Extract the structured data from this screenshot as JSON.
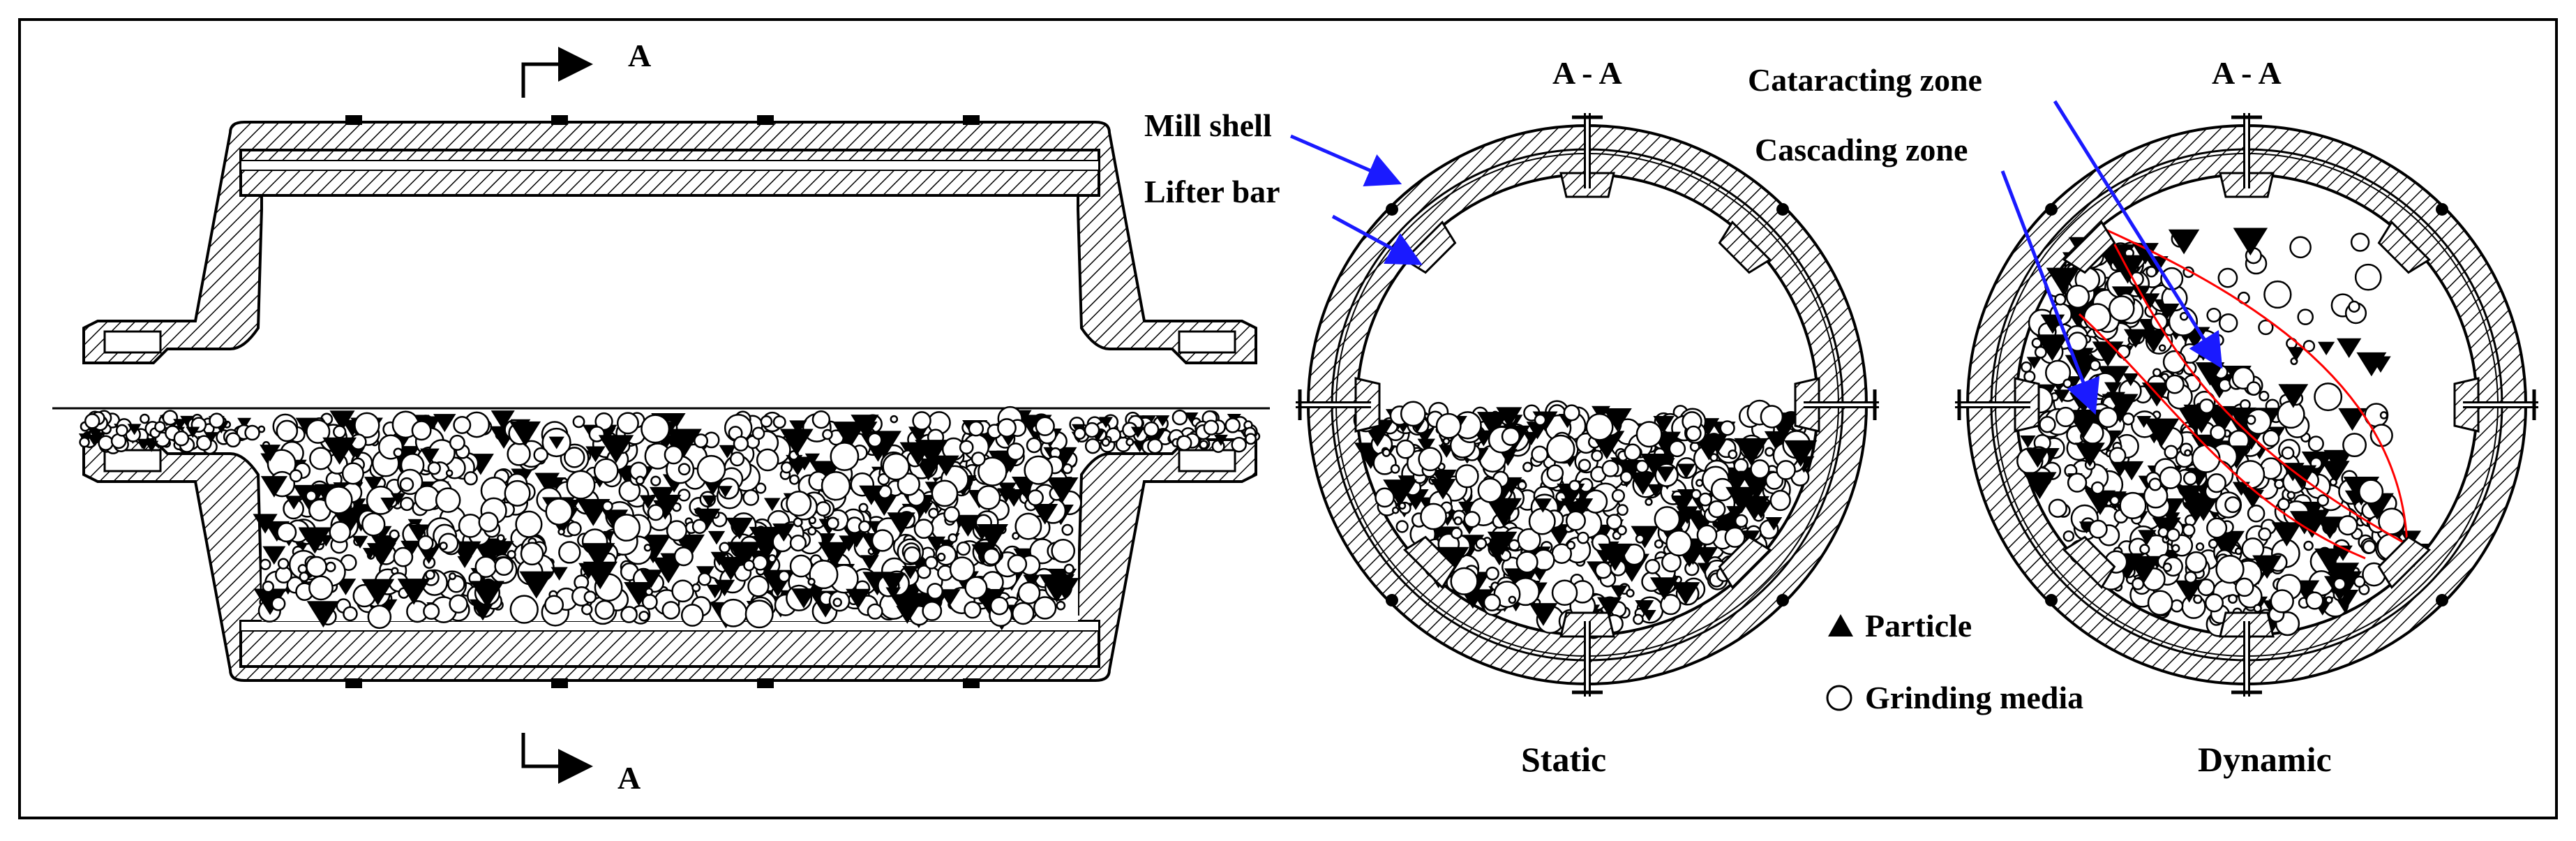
{
  "labels": {
    "section_marker": "A",
    "section_title": "A - A",
    "mill_shell": "Mill shell",
    "lifter_bar": "Lifter bar",
    "cataracting_zone": "Cataracting zone",
    "cascading_zone": "Cascading zone",
    "particle": "Particle",
    "grinding_media": "Grinding media",
    "static": "Static",
    "dynamic": "Dynamic"
  },
  "legend": [
    {
      "symbol": "filled-triangle-icon",
      "label_key": "particle"
    },
    {
      "symbol": "open-circle-icon",
      "label_key": "grinding_media"
    }
  ],
  "colors": {
    "ink": "#000000",
    "arrow": "#1a1aff",
    "zone_boundary": "#ff0000",
    "hatch_bg": "#ffffff"
  }
}
